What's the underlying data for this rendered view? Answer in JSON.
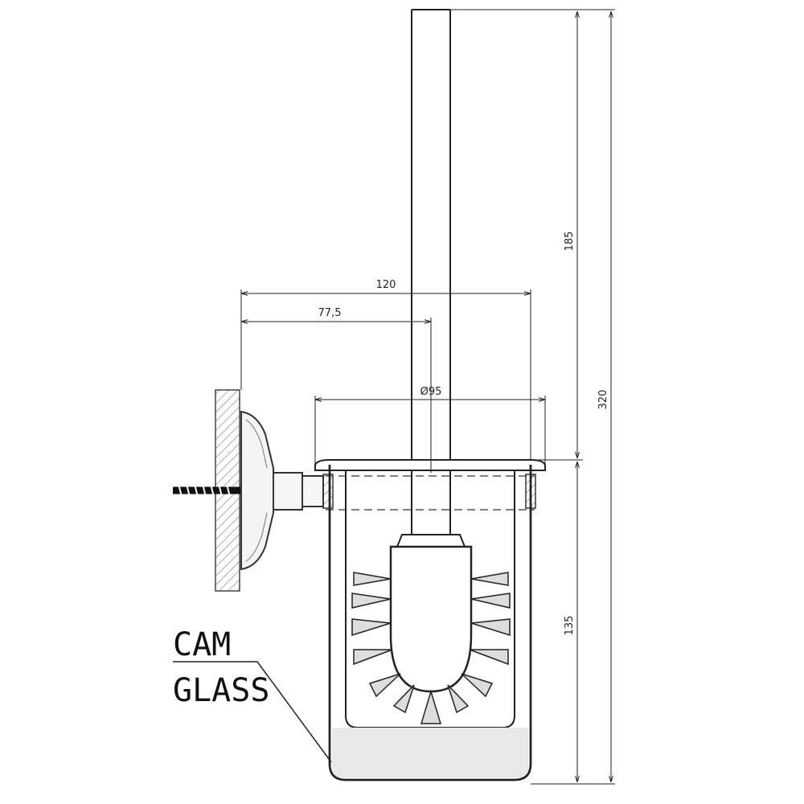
{
  "drawing": {
    "dimensions": {
      "total_width": "120",
      "brush_axis_offset": "77,5",
      "cup_diameter": "Ø95",
      "handle_height": "185",
      "total_height": "320",
      "cup_height": "135"
    },
    "material": {
      "line1": "CAM",
      "line2": "GLASS"
    }
  }
}
